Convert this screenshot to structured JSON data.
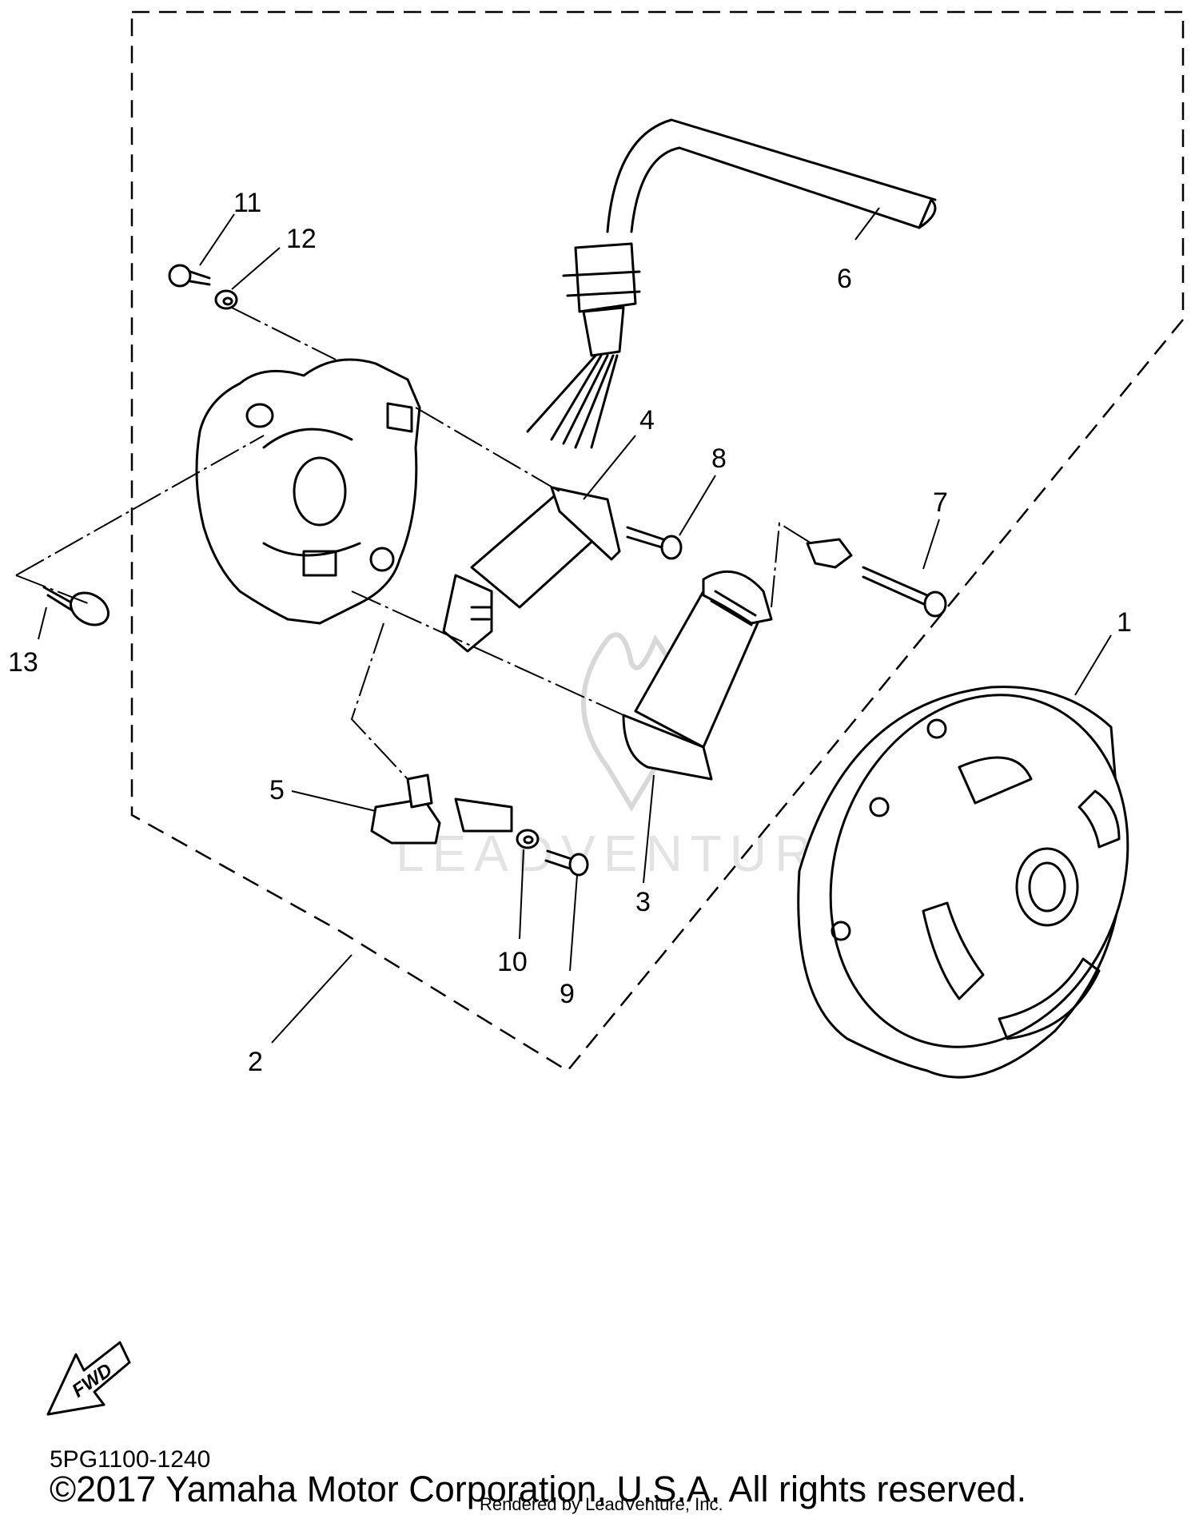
{
  "diagram": {
    "part_numbers": [
      "1",
      "2",
      "3",
      "4",
      "5",
      "6",
      "7",
      "8",
      "9",
      "10",
      "11",
      "12",
      "13"
    ],
    "forward_marker": "FWD",
    "watermark": "LEADVENTURE"
  },
  "footer": {
    "diagram_code": "5PG1100-1240",
    "copyright": "©2017 Yamaha Motor Corporation, U.S.A. All rights reserved.",
    "rendered_by": "Rendered by LeadVenture, Inc."
  }
}
